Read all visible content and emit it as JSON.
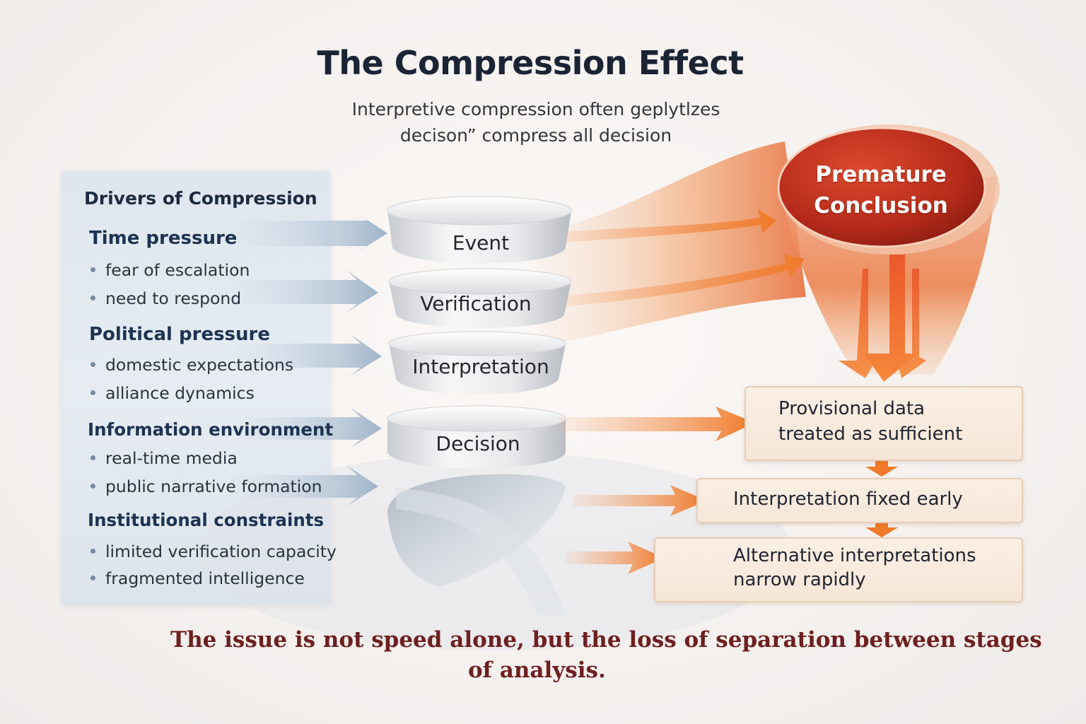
{
  "title": "The Compression Effect",
  "subtitle": {
    "line1": "Interpretive compression often geplytlzes",
    "line2": "decison” compress all decision"
  },
  "drivers": {
    "heading": "Drivers of Compression",
    "categories": [
      {
        "name": "Time pressure",
        "items": [
          "fear of escalation",
          "need to respond"
        ]
      },
      {
        "name": "Political pressure",
        "items": [
          "domestic expectations",
          "alliance dynamics"
        ]
      },
      {
        "name": "Information environment",
        "items": [
          "real-time media",
          "public narrative formation"
        ]
      },
      {
        "name": "Institutional constraints",
        "items": [
          "limited verification capacity",
          "fragmented intelligence"
        ]
      }
    ]
  },
  "stages": [
    "Event",
    "Verification",
    "Interpretation",
    "Decision"
  ],
  "outcome": {
    "head": "Premature\nConclusion",
    "line1": "Premature",
    "line2": "Conclusion"
  },
  "effects": [
    {
      "line1": "Provisional data",
      "line2": "treated as sufficient"
    },
    {
      "line1": "Interpretation fixed early"
    },
    {
      "line1": "Alternative interpretations",
      "line2": "narrow rapidly"
    }
  ],
  "footer": {
    "line1": "The issue is not speed alone, but the loss of separation between stages",
    "line2": "of analysis."
  },
  "colors": {
    "accent_orange": "#f07a2a",
    "conclusion_red": "#b8301f",
    "footer_text": "#6e1f1f",
    "driver_panel": "#e2e8ef"
  }
}
